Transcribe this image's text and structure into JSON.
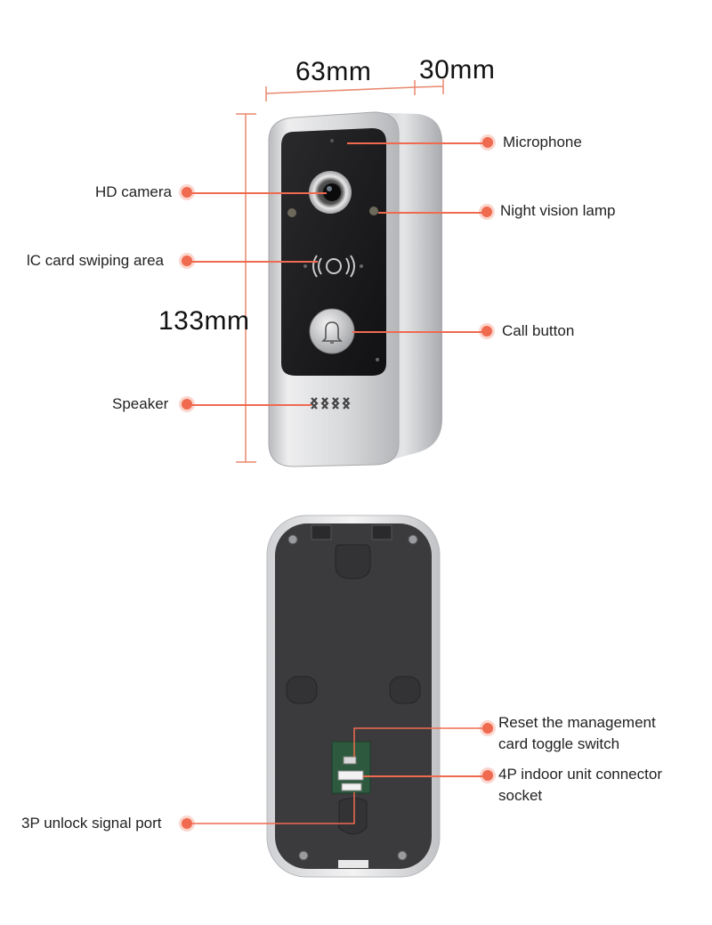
{
  "dimensions": {
    "width_label": "63mm",
    "depth_label": "30mm",
    "height_label": "133mm"
  },
  "front_callouts": {
    "microphone": "Microphone",
    "hd_camera": "HD camera",
    "night_vision_lamp": "Night vision lamp",
    "ic_card_area": "lC card swiping area",
    "call_button": "Call button",
    "speaker": "Speaker"
  },
  "back_callouts": {
    "reset_switch_line1": "Reset the management",
    "reset_switch_line2": "card toggle switch",
    "connector_line1": "4P indoor unit connector",
    "connector_line2": "socket",
    "unlock_port": "3P unlock signal port"
  },
  "colors": {
    "accent": "#ef6a4f",
    "dimension_line": "#e8896f",
    "housing": "#d9dadc",
    "panel": "#1c1c1e",
    "backplate": "#3a3a3c"
  }
}
